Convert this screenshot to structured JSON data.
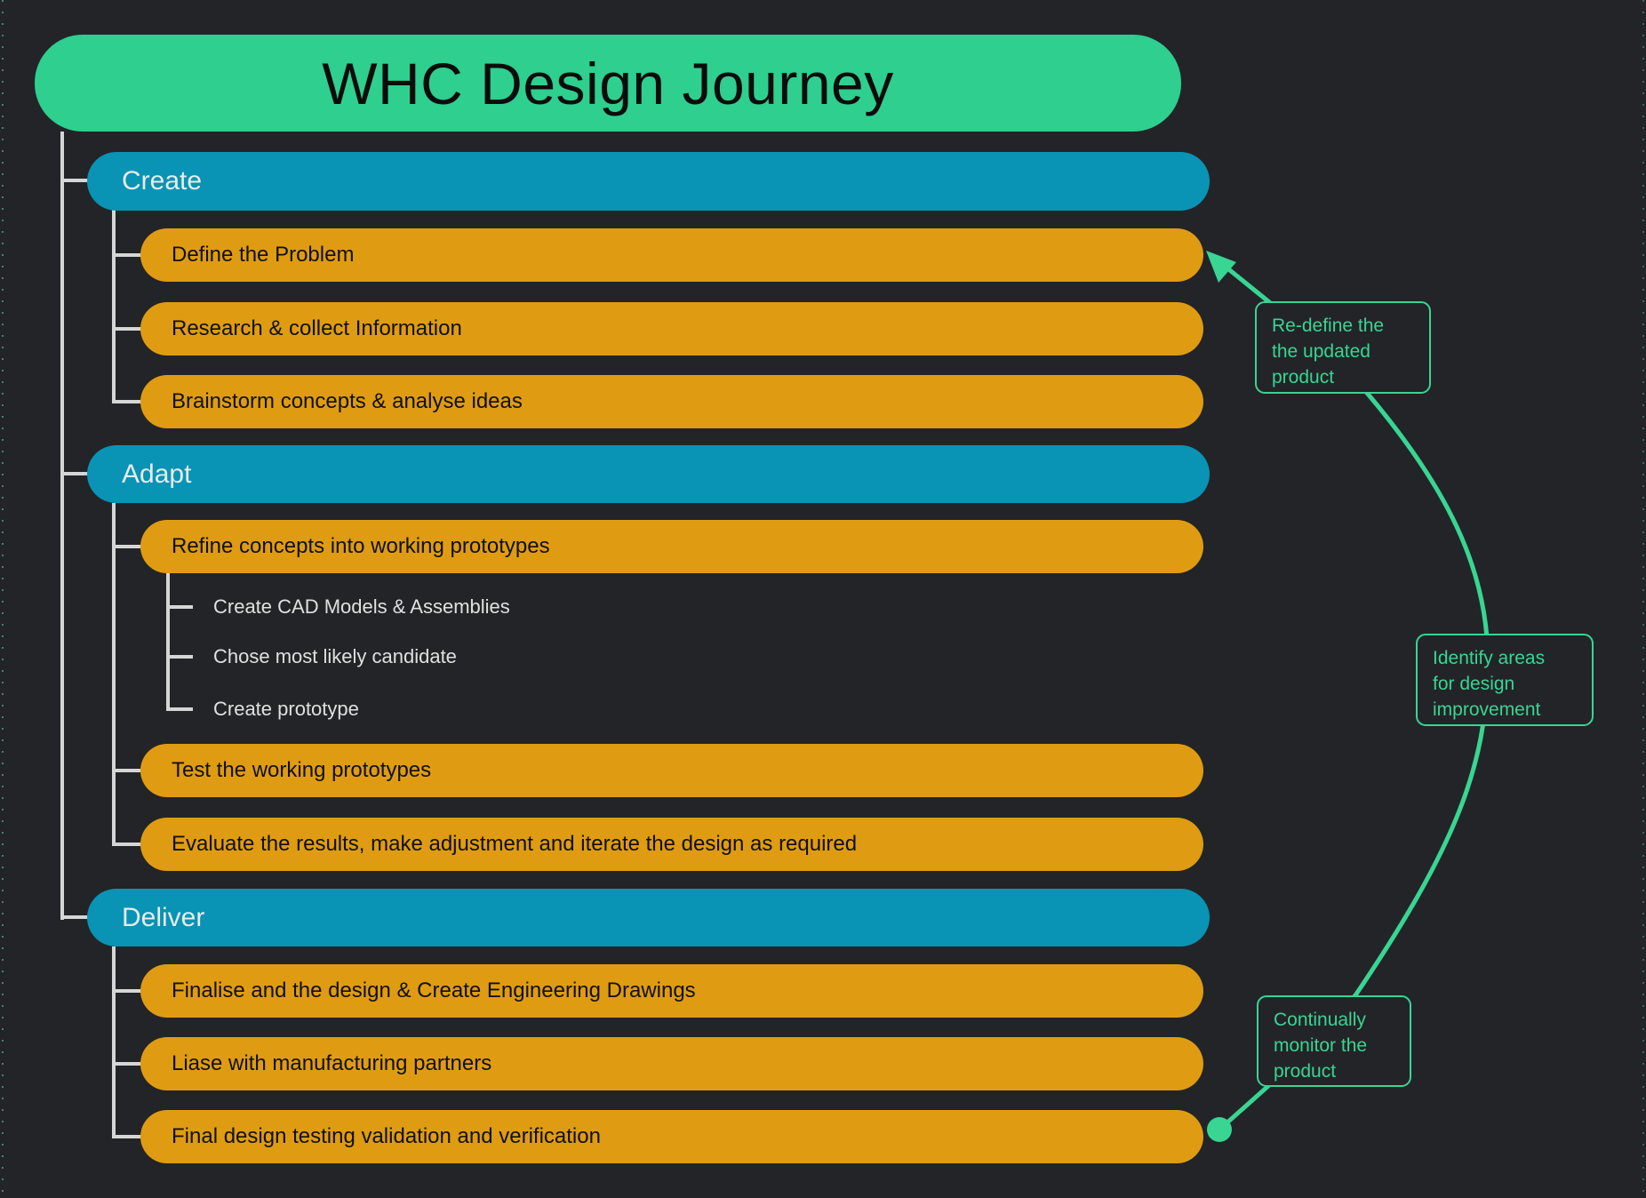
{
  "colors": {
    "background": "#232428",
    "title_bg": "#2ecf8f",
    "section_bg": "#0993b5",
    "item_bg": "#df9c12",
    "connector_gray": "#d6d6d6",
    "accent_green": "#38d593",
    "title_text": "#0c0c0c",
    "section_text": "#e7eceb",
    "item_text": "#101010",
    "subitem_text": "#dde1df"
  },
  "title": {
    "label": "WHC Design Journey"
  },
  "sections": [
    {
      "label": "Create",
      "items": [
        {
          "label": "Define the Problem",
          "children": []
        },
        {
          "label": "Research & collect Information",
          "children": []
        },
        {
          "label": "Brainstorm concepts & analyse ideas",
          "children": []
        }
      ]
    },
    {
      "label": "Adapt",
      "items": [
        {
          "label": "Refine concepts into working prototypes",
          "children": [
            "Create CAD Models & Assemblies",
            "Chose most likely candidate",
            "Create prototype"
          ]
        },
        {
          "label": "Test the working prototypes",
          "children": []
        },
        {
          "label": "Evaluate the results, make adjustment and iterate the design as required",
          "children": []
        }
      ]
    },
    {
      "label": "Deliver",
      "items": [
        {
          "label": "Finalise and the design & Create Engineering Drawings",
          "children": []
        },
        {
          "label": "Liase with manufacturing partners",
          "children": []
        },
        {
          "label": "Final design testing validation and verification",
          "children": []
        }
      ]
    }
  ],
  "annotations": [
    {
      "lines": [
        "Re-define the",
        "the updated",
        "product"
      ]
    },
    {
      "lines": [
        "Identify areas",
        "for design",
        "improvement"
      ]
    },
    {
      "lines": [
        "Continually",
        "monitor the",
        "product"
      ]
    }
  ]
}
